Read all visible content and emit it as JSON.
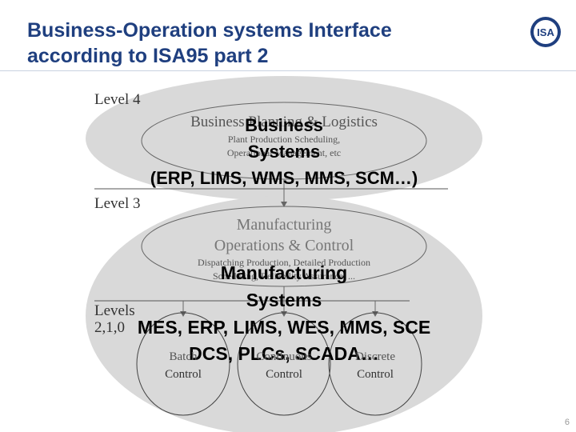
{
  "title_line1": "Business-Operation systems Interface",
  "title_line2": "according to ISA95 part 2",
  "logo_text": "ISA",
  "level4": "Level 4",
  "level3": "Level 3",
  "levels_line1": "Levels",
  "levels_line2": "2,1,0",
  "bpl_title": "Business Planning & Logistics",
  "bpl_sub1": "Plant Production Scheduling,",
  "bpl_sub2": "Operational Management, etc",
  "business_line1": "Business",
  "business_line2": "Systems",
  "business_line3": "(ERP, LIMS, WMS, MMS, SCM…)",
  "moc_line1": "Manufacturing",
  "moc_line2": "Operations & Control",
  "moc_sub1": "Dispatching Production, Detailed Production",
  "moc_sub2": "Scheduling, Reliability Assurance, ...",
  "mfg_line1": "Manufacturing",
  "mfg_line2": "Systems",
  "mfg_line3": "MES, ERP, LIMS, WES, MMS, SCE",
  "mfg_line4": "DCS, PLCs, SCADA…",
  "batch": "Batch",
  "continuous": "Continuous",
  "discrete": "Discrete",
  "control": "Control",
  "page_number": "6",
  "colors": {
    "title": "#1f3f7f",
    "band": "#d9d9d9"
  }
}
